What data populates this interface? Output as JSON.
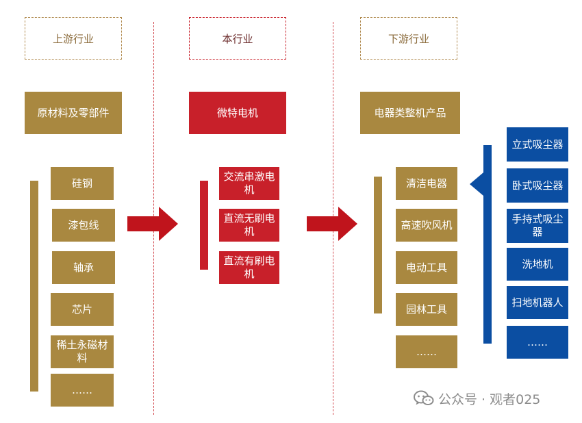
{
  "headers": {
    "upstream": "上游行业",
    "industry": "本行业",
    "downstream": "下游行业"
  },
  "categories": {
    "upstream": "原材料及零部件",
    "industry": "微特电机",
    "downstream": "电器类整机产品"
  },
  "upstream_items": [
    "硅钢",
    "漆包线",
    "轴承",
    "芯片",
    "稀土永磁材料",
    "……"
  ],
  "industry_items": [
    "交流串激电机",
    "直流无刷电机",
    "直流有刷电机"
  ],
  "downstream_items": [
    "清洁电器",
    "高速吹风机",
    "电动工具",
    "园林工具",
    "……"
  ],
  "cleaning_items": [
    "立式吸尘器",
    "卧式吸尘器",
    "手持式吸尘器",
    "洗地机",
    "扫地机器人",
    "……"
  ],
  "watermark": {
    "text": "公众号 · 观者025",
    "icon": "wechat-icon"
  },
  "colors": {
    "gold": "#A98840",
    "red": "#C8202A",
    "blue": "#0B4EA2",
    "dashed_divider": "#D24A50"
  }
}
